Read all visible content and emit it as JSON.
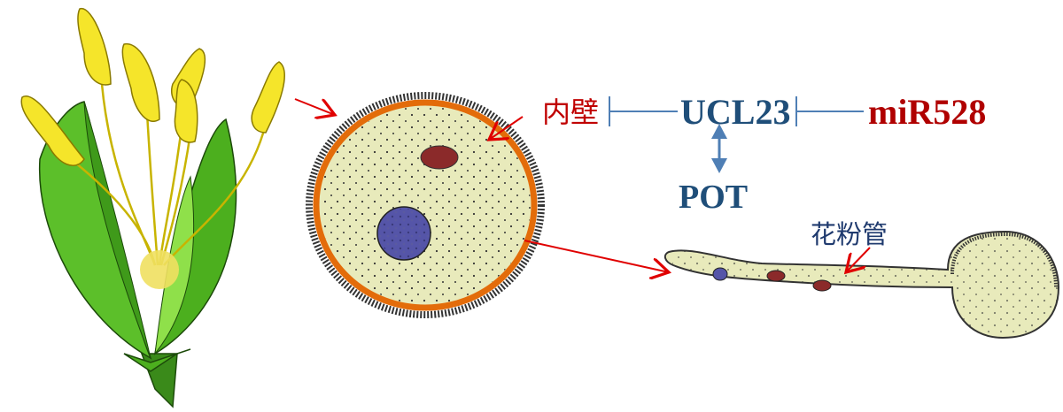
{
  "labels": {
    "intine": "内壁",
    "ucl23": "UCL23",
    "mir528": "miR528",
    "pot": "POT",
    "pollen_tube": "花粉管"
  },
  "colors": {
    "gene_blue": "#1f4e79",
    "red": "#c00000",
    "line_blue": "#4f7fb5",
    "pollen_fill": "#e8eabb",
    "intine_orange": "#e36c0a",
    "leaf_green": "#4caf1e",
    "anther_yellow": "#f5e52a"
  }
}
